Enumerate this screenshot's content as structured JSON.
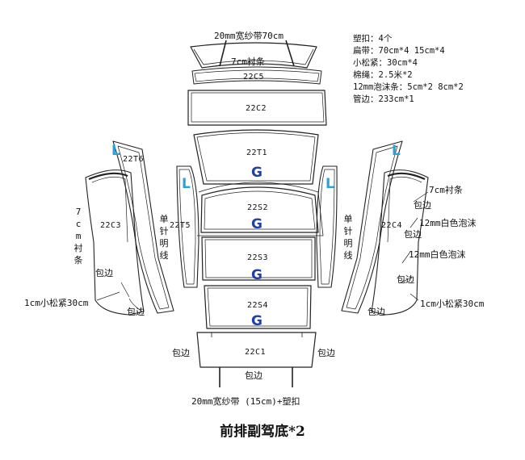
{
  "title": "前排副驾底*2",
  "colors": {
    "outline": "#222222",
    "marker_L": "#29a3d6",
    "marker_G": "#1f3fa8"
  },
  "specs": [
    "塑扣：4个",
    "扁带：70cm*4  15cm*4",
    "小松紧：30cm*4",
    "棉绳：2.5米*2",
    "12mm泡沫条：5cm*2  8cm*2",
    "管边：233cm*1"
  ],
  "pieces": {
    "c5": "22C5",
    "c2": "22C2",
    "t1": "22T1",
    "s2": "22S2",
    "s3": "22S3",
    "s4": "22S4",
    "c1": "22C1",
    "c3": "22C3",
    "c4": "22C4",
    "t6": "22T6",
    "t5": "22T5"
  },
  "markers": {
    "L": "L",
    "G": "G"
  },
  "labels": {
    "top_gauze": "20mm宽纱带70cm",
    "lining_7cm": "7cm衬条",
    "lining_7cm_right": "7cm衬条",
    "lining_vertical_left": "7cm衬条",
    "single_needle": "单针明线",
    "hem": "包边",
    "elastic": "1cm小松紧30cm",
    "foam_white": "12mm白色泡沫",
    "bottom_gauze": "20mm宽纱带 (15cm)+塑扣"
  }
}
